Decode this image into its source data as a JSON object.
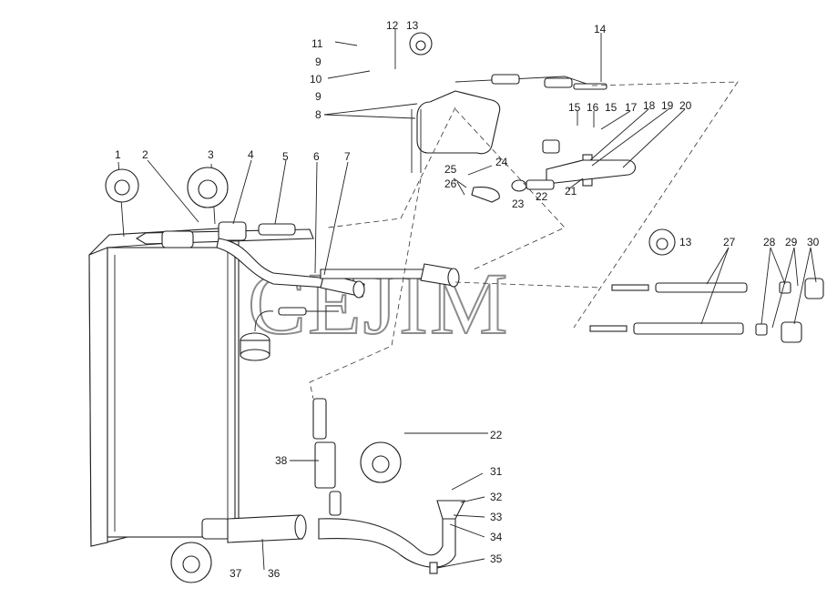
{
  "watermark": "CEJIM",
  "callouts": [
    "1",
    "2",
    "3",
    "4",
    "5",
    "6",
    "7",
    "8",
    "9",
    "9",
    "10",
    "11",
    "12",
    "13",
    "13",
    "14",
    "15",
    "15",
    "16",
    "17",
    "18",
    "19",
    "20",
    "21",
    "22",
    "22",
    "23",
    "24",
    "25",
    "26",
    "27",
    "28",
    "29",
    "30",
    "31",
    "32",
    "33",
    "34",
    "35",
    "36",
    "37",
    "38"
  ],
  "colors": {
    "line": "#222222",
    "watermark_stroke": "#8c8c8c",
    "background": "#ffffff"
  },
  "icons": [
    "clamp-icon"
  ]
}
